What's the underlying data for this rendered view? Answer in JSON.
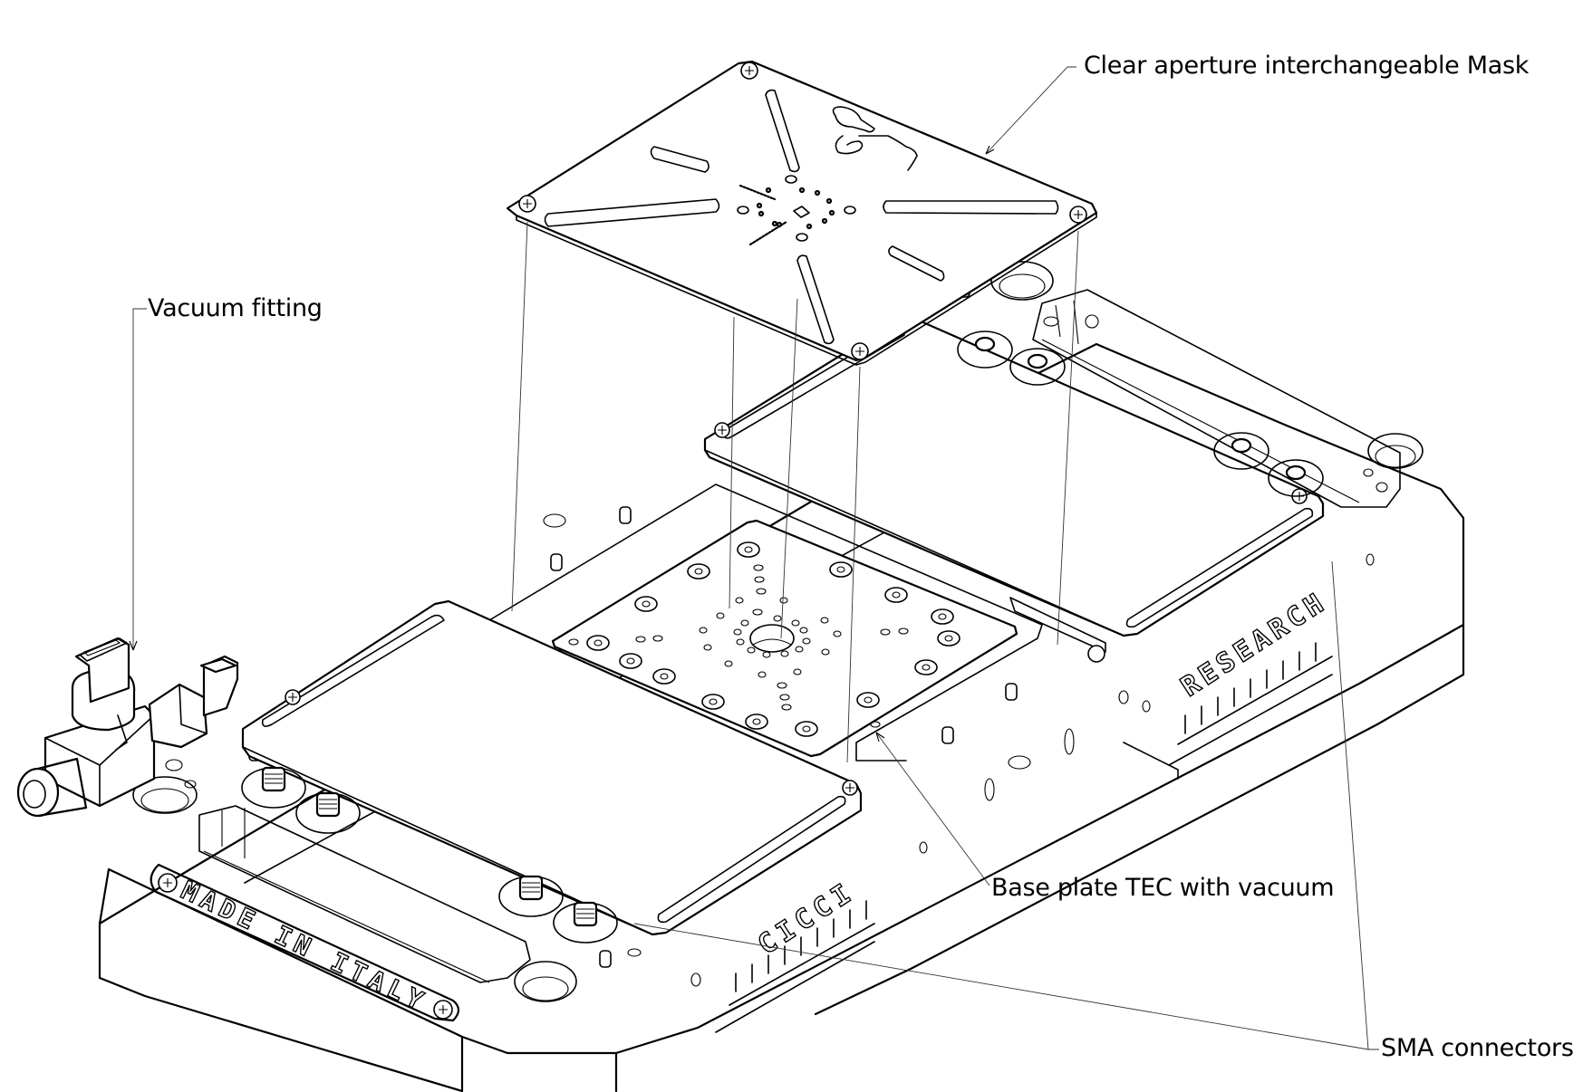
{
  "diagram": {
    "title": "Exploded isometric view of TEC vacuum test fixture",
    "callouts": [
      {
        "id": "mask",
        "text": "Clear aperture interchangeable Mask"
      },
      {
        "id": "vacuum",
        "text": "Vacuum fitting"
      },
      {
        "id": "baseplate",
        "text": "Base plate TEC with vacuum"
      },
      {
        "id": "sma",
        "text": "SMA connectors"
      }
    ],
    "engravings": {
      "front_plate": "MADE IN ITALY",
      "side_left": "CICCI",
      "side_right": "RESEARCH"
    },
    "line_color": "#000000",
    "background_color": "#ffffff"
  }
}
